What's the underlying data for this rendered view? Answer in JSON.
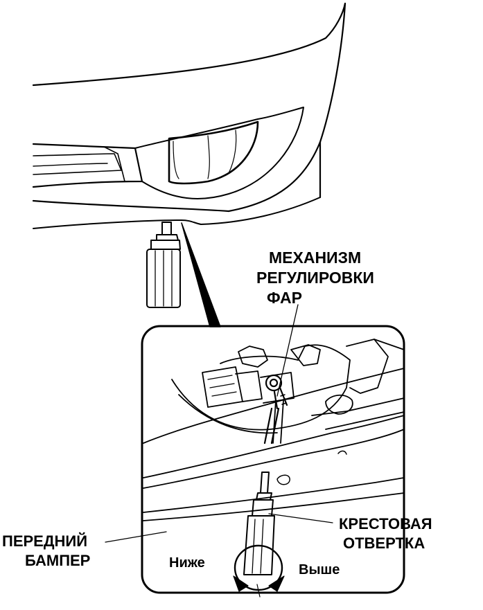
{
  "labels": {
    "mechanism": [
      "МЕХАНИЗМ",
      "РЕГУЛИРОВКИ",
      "ФАР"
    ],
    "screwdriver": [
      "КРЕСТОВАЯ",
      "ОТВЕРТКА"
    ],
    "bumper": [
      "ПЕРЕДНИЙ",
      "БАМПЕР"
    ],
    "direction_lower": "Ниже",
    "direction_higher": "Выше"
  }
}
